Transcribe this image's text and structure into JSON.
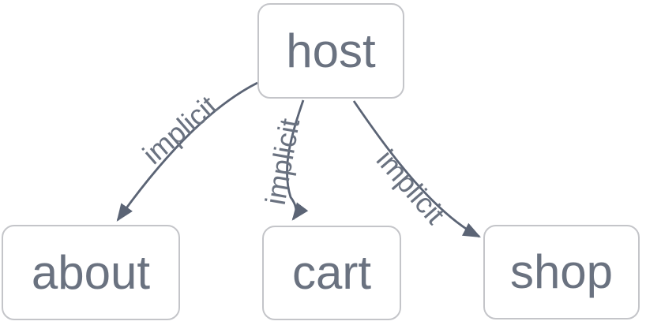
{
  "diagram": {
    "type": "dependency-graph",
    "nodes": [
      {
        "id": "host",
        "label": "host"
      },
      {
        "id": "about",
        "label": "about"
      },
      {
        "id": "cart",
        "label": "cart"
      },
      {
        "id": "shop",
        "label": "shop"
      }
    ],
    "edges": [
      {
        "from": "host",
        "to": "about",
        "label": "implicit"
      },
      {
        "from": "host",
        "to": "cart",
        "label": "implicit"
      },
      {
        "from": "host",
        "to": "shop",
        "label": "implicit"
      }
    ],
    "colors": {
      "background": "#ffffff",
      "node_fill": "#ffffff",
      "node_border": "#c4c5c9",
      "node_text": "#6a7280",
      "edge_stroke": "#5b6475",
      "edge_label_text": "#6a7280"
    }
  }
}
